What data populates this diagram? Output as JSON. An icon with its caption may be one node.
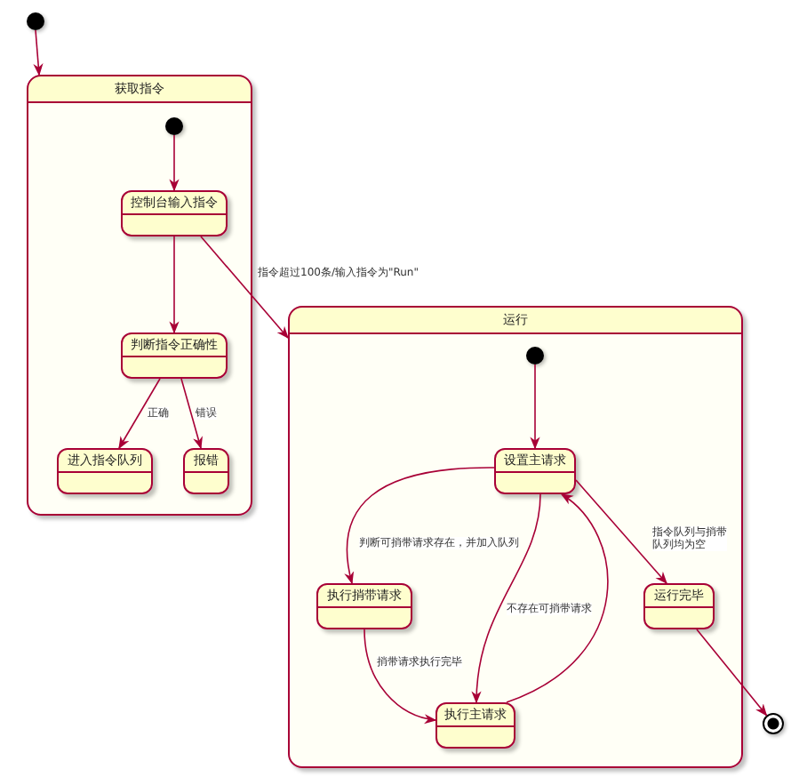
{
  "diagram": {
    "nodes": [
      {
        "text": [],
        "shape": "dot"
      },
      {
        "text": [
          "获取指令"
        ]
      },
      {
        "text": [],
        "shape": "dot",
        "in": 1
      },
      {
        "text": [
          "控制台输入指令"
        ],
        "in": 1
      },
      {
        "text": [
          "判断指令正确性"
        ],
        "in": 1
      },
      {
        "text": [
          "进入指令队列"
        ],
        "in": 1
      },
      {
        "text": [
          "报错"
        ],
        "in": 1
      },
      {
        "text": [
          "运行"
        ]
      },
      {
        "text": [],
        "shape": "dot",
        "in": 7
      },
      {
        "text": [
          "设置主请求"
        ],
        "in": 7
      },
      {
        "text": [
          "执行捎带请求"
        ],
        "in": 7
      },
      {
        "text": [
          "执行主请求"
        ],
        "in": 7
      },
      {
        "text": [
          "运行完毕"
        ],
        "in": 7
      },
      {
        "text": [],
        "shape": "bullseye"
      }
    ],
    "edges": [
      {
        "from": 0,
        "to": 1,
        "arrow": "to"
      },
      {
        "from": 2,
        "to": 3,
        "arrow": "to"
      },
      {
        "from": 3,
        "to": 4,
        "arrow": "to"
      },
      {
        "from": 4,
        "to": 5,
        "arrow": "to",
        "label": "正确"
      },
      {
        "from": 4,
        "to": 6,
        "arrow": "to",
        "label": "错误"
      },
      {
        "from": 3,
        "to": 7,
        "arrow": "to",
        "label": "指令超过100条/输入指令为\"Run\""
      },
      {
        "from": 8,
        "to": 9,
        "arrow": "to"
      },
      {
        "from": 9,
        "to": 10,
        "arrow": "to",
        "label": "判断可捎带请求存在，并加入队列"
      },
      {
        "from": 10,
        "to": 11,
        "arrow": "to",
        "label": "捎带请求执行完毕"
      },
      {
        "from": 9,
        "to": 11,
        "arrow": "to",
        "label": "不存在可捎带请求"
      },
      {
        "from": 11,
        "to": 9,
        "arrow": "to"
      },
      {
        "from": 9,
        "to": 12,
        "arrow": "to",
        "label": "指令队列与捎带队列均为空"
      },
      {
        "from": 12,
        "to": 13,
        "arrow": "to"
      }
    ]
  }
}
